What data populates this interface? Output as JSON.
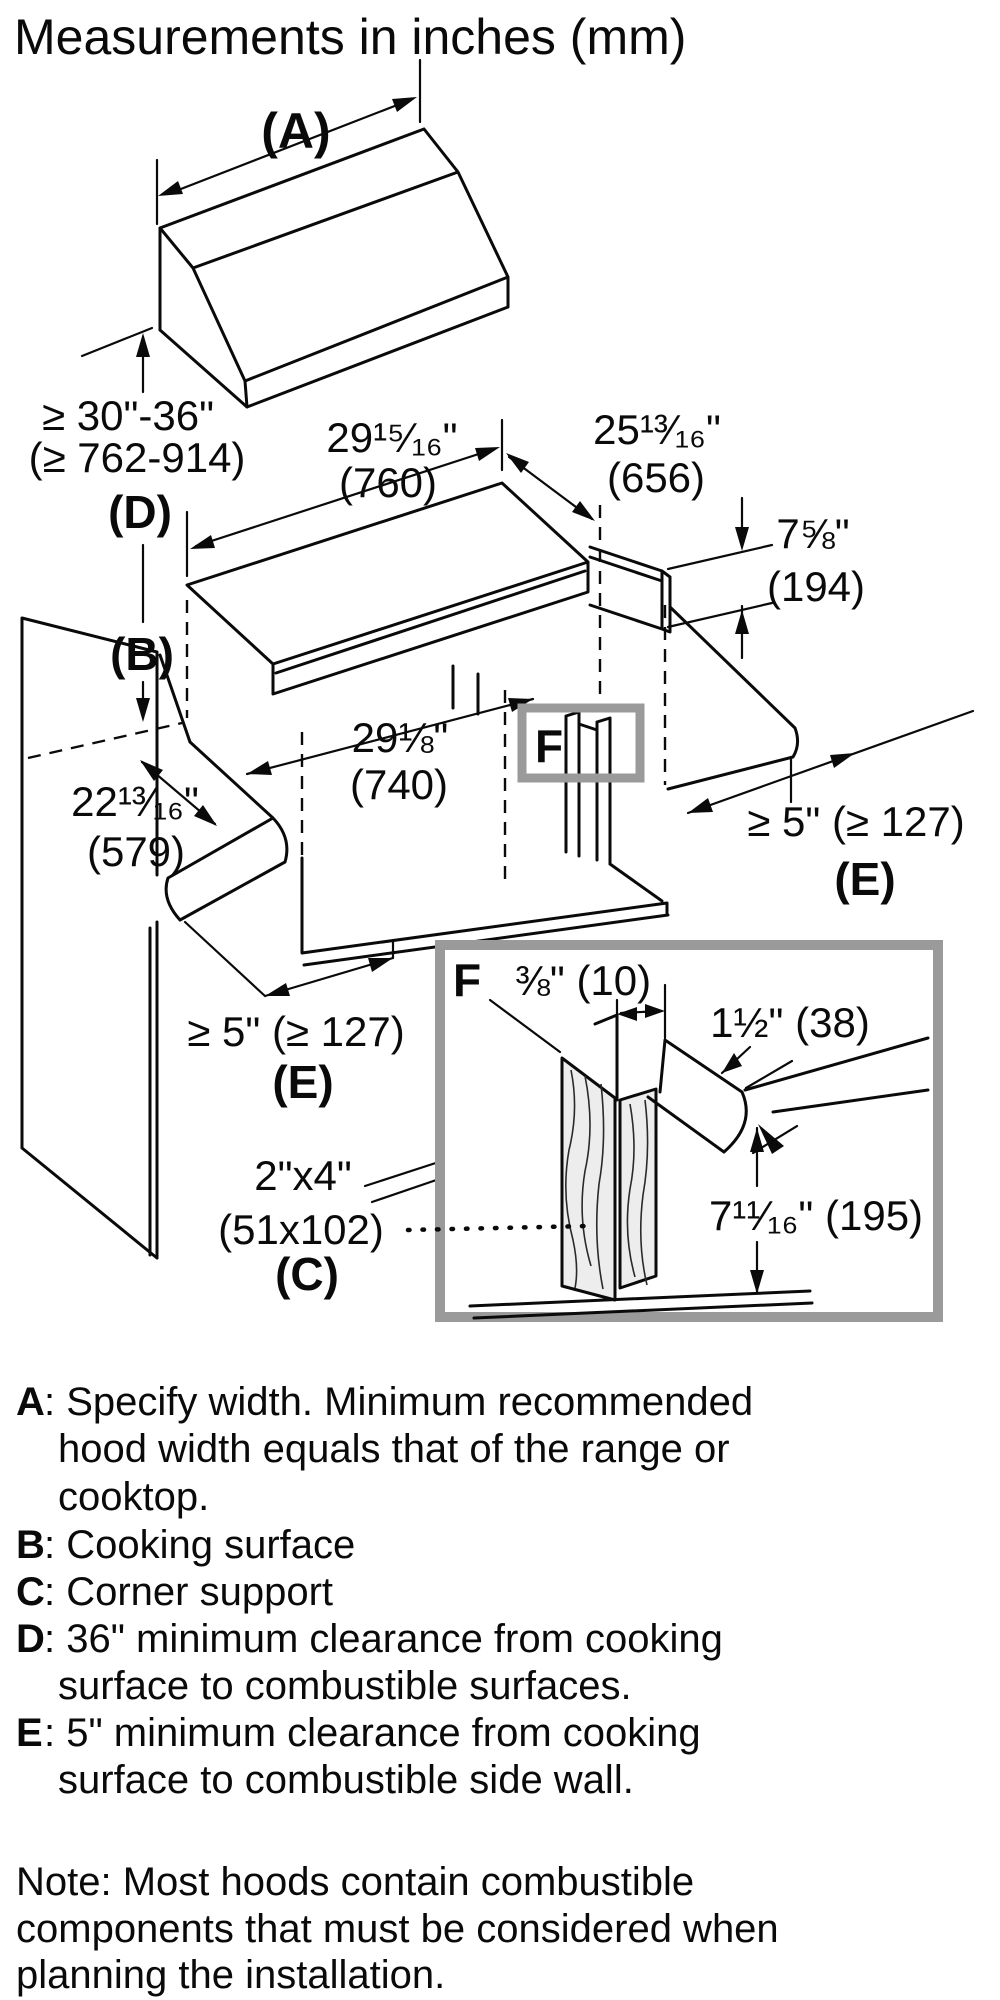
{
  "title": "Measurements in inches (mm)",
  "diagram": {
    "labels": {
      "a": "(A)",
      "b": "(B)",
      "c": "(C)",
      "d": "(D)",
      "e": "(E)",
      "f": "F",
      "mount_height": "≥ 30\"-36\"",
      "mount_height_mm": "(≥ 762-914)",
      "hood_width": "29¹⁵⁄₁₆\"",
      "hood_width_mm": "(760)",
      "hood_depth": "25¹³⁄₁₆\"",
      "hood_depth_mm": "(656)",
      "rear_height": "7⅝\"",
      "rear_height_mm": "(194)",
      "cutout_width": "29⅛\"",
      "cutout_width_mm": "(740)",
      "counter_depth": "22¹³⁄₁₆\"",
      "counter_depth_mm": "(579)",
      "side_clearance": "≥ 5\" (≥ 127)",
      "support_size": "2\"x4\"",
      "support_size_mm": "(51x102)",
      "detail_gap": "⅜\" (10)",
      "detail_overhang": "1½\" (38)",
      "detail_height": "7¹¹⁄₁₆\" (195)"
    }
  },
  "legend": {
    "lines": [
      {
        "b": "A",
        "t": ": Specify width. Minimum recommended"
      },
      {
        "b": "",
        "t": "hood width equals that of the range or"
      },
      {
        "b": "",
        "t": "cooktop."
      },
      {
        "b": "B",
        "t": ": Cooking surface"
      },
      {
        "b": "C",
        "t": ": Corner support"
      },
      {
        "b": "D",
        "t": ": 36\" minimum clearance from cooking"
      },
      {
        "b": "",
        "t": "surface to combustible surfaces."
      },
      {
        "b": "E",
        "t": ": 5\" minimum clearance from cooking"
      },
      {
        "b": "",
        "t": "surface to combustible side wall."
      }
    ]
  },
  "note": {
    "lines": [
      "Note: Most hoods contain combustible",
      "components that must be considered when",
      "planning the installation."
    ]
  },
  "colors": {
    "ink": "#0a0a0a",
    "callout_gray": "#9a9a9a"
  }
}
